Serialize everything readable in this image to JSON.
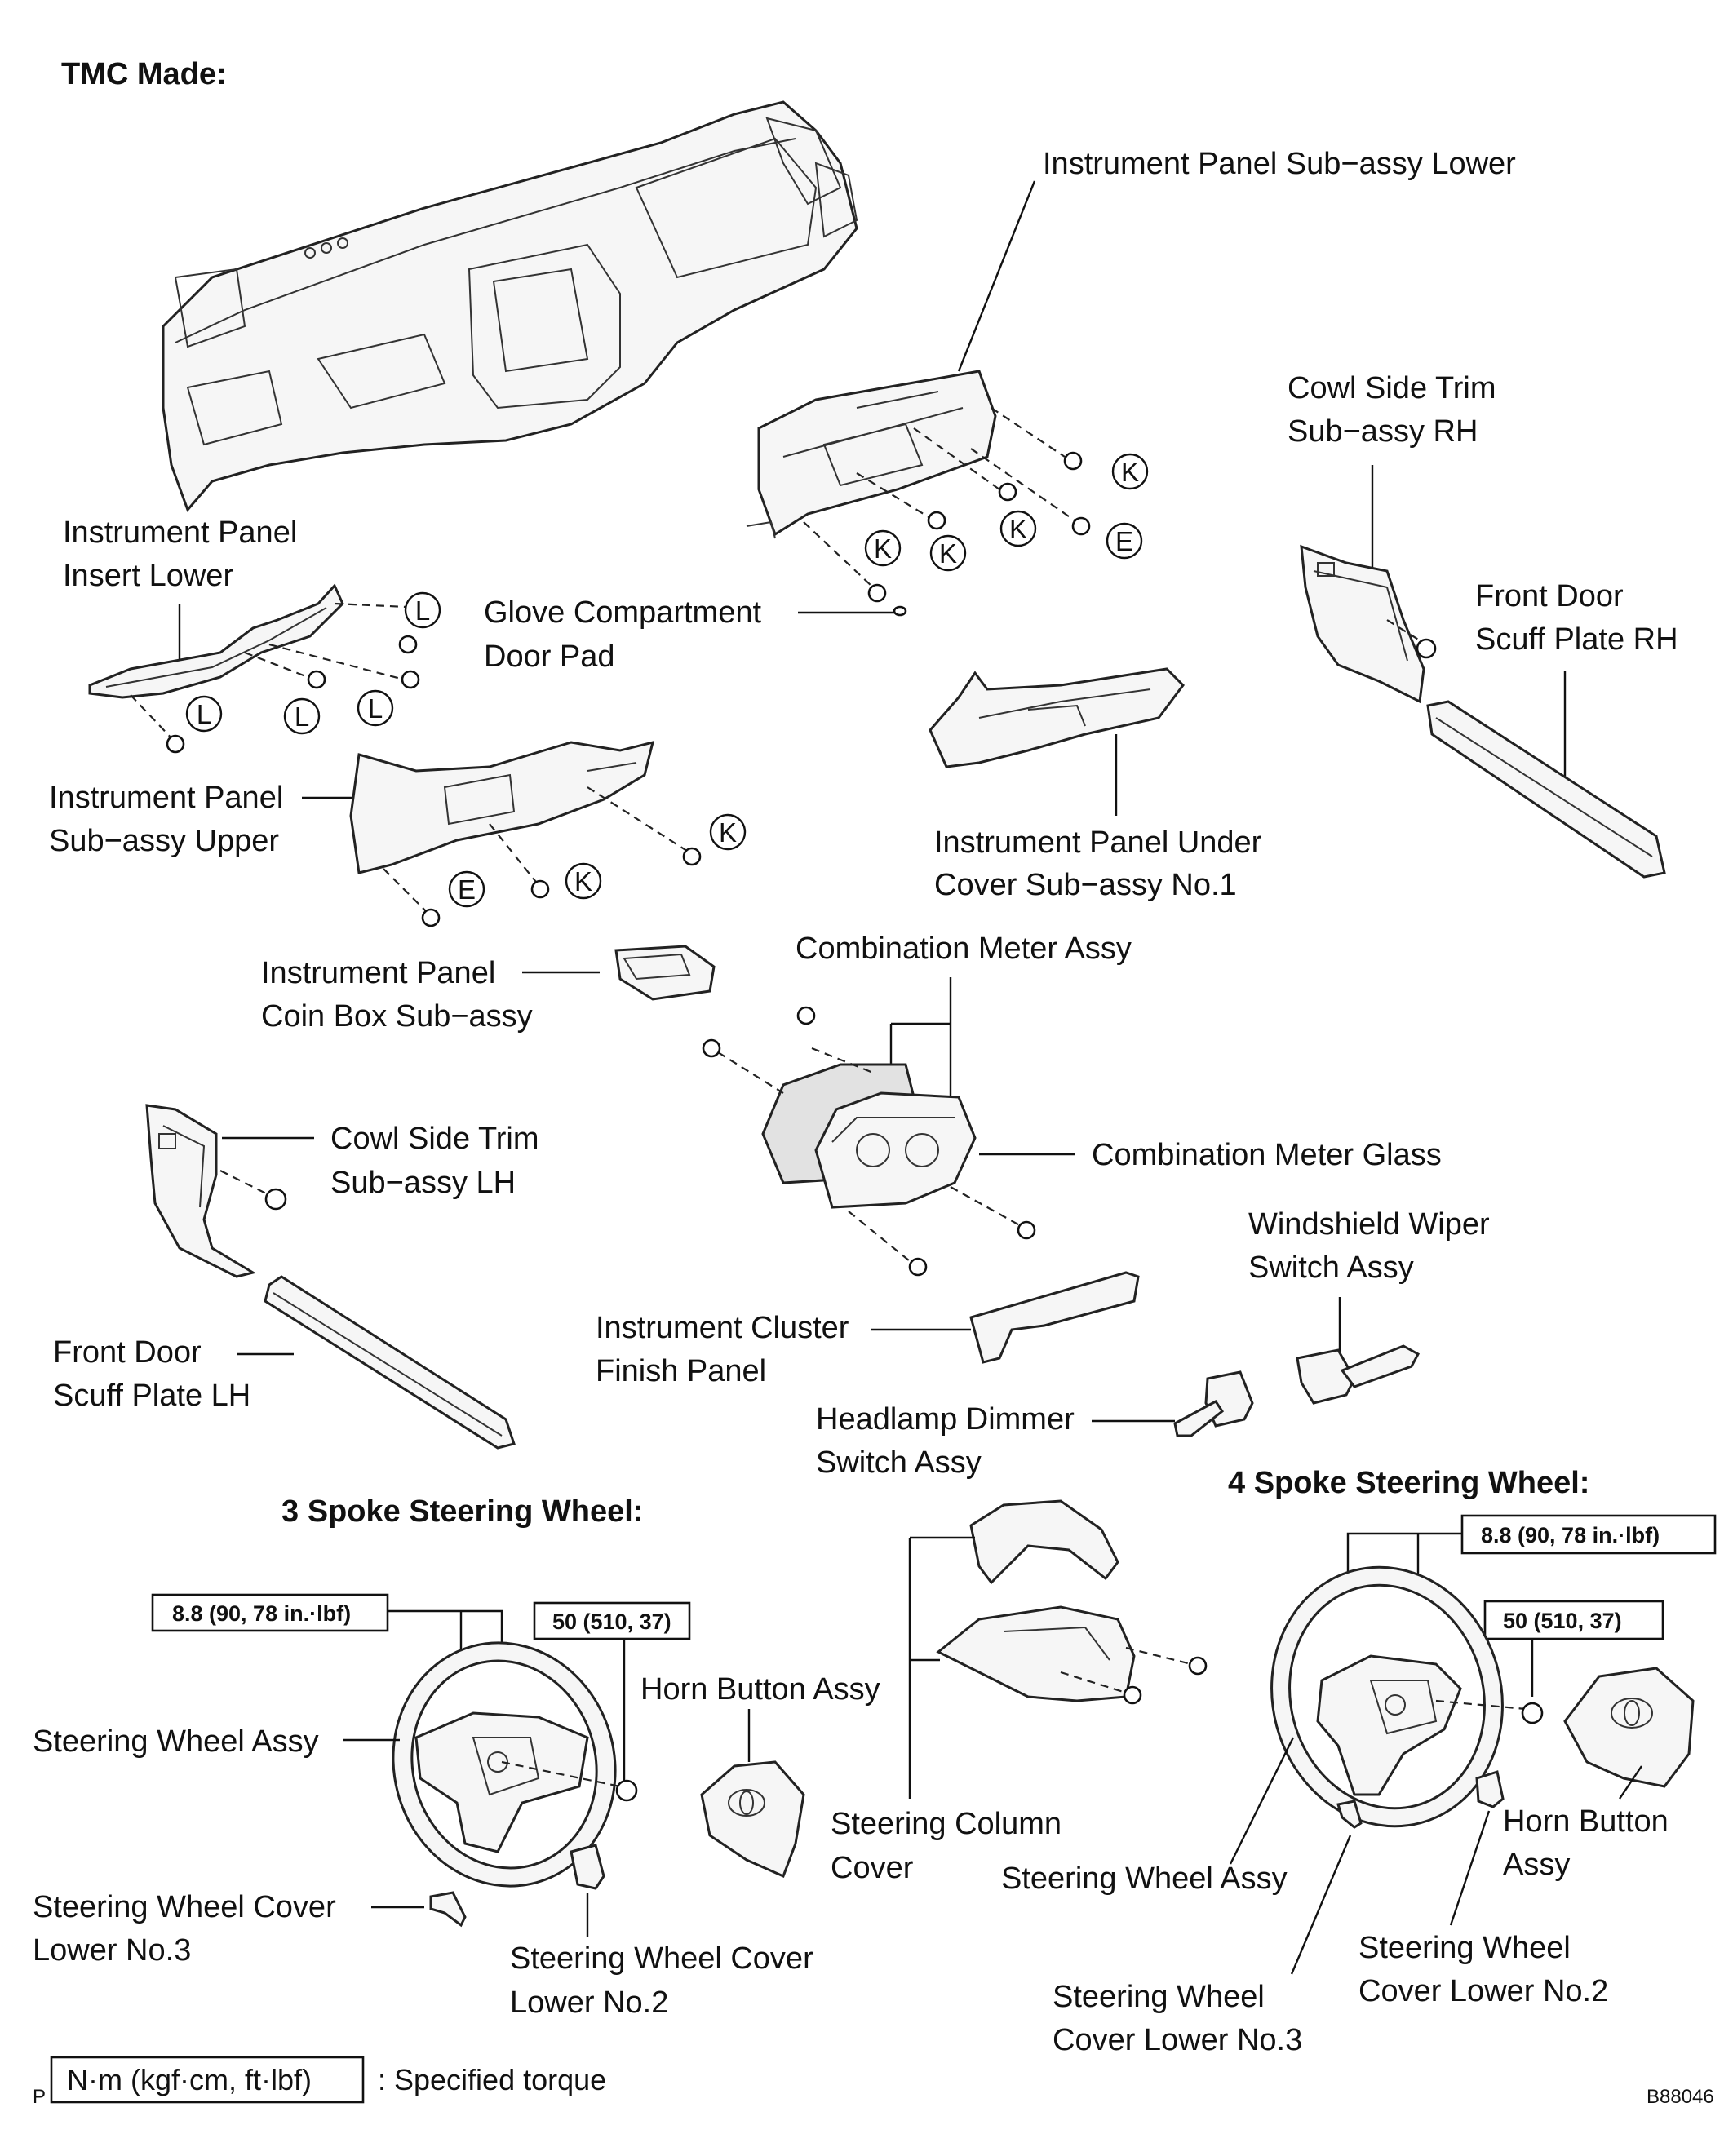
{
  "headers": {
    "tmc_made": "TMC Made:",
    "three_spoke": "3 Spoke Steering Wheel:",
    "four_spoke": "4 Spoke Steering Wheel:"
  },
  "labels": {
    "instrument_panel_sub_assy_lower": "Instrument Panel Sub−assy Lower",
    "cowl_side_trim_rh_1": "Cowl Side Trim",
    "cowl_side_trim_rh_2": "Sub−assy RH",
    "front_door_scuff_rh_1": "Front Door",
    "front_door_scuff_rh_2": "Scuff Plate RH",
    "insert_lower_1": "Instrument Panel",
    "insert_lower_2": "Insert Lower",
    "glove_pad_1": "Glove Compartment",
    "glove_pad_2": "Door Pad",
    "under_cover_1": "Instrument Panel Under",
    "under_cover_2": "Cover Sub−assy No.1",
    "panel_upper_1": "Instrument Panel",
    "panel_upper_2": "Sub−assy Upper",
    "combination_meter_assy": "Combination Meter Assy",
    "coin_box_1": "Instrument Panel",
    "coin_box_2": "Coin Box Sub−assy",
    "combination_meter_glass": "Combination Meter Glass",
    "cowl_side_trim_lh_1": "Cowl Side Trim",
    "cowl_side_trim_lh_2": "Sub−assy LH",
    "wiper_switch_1": "Windshield Wiper",
    "wiper_switch_2": "Switch Assy",
    "cluster_finish_1": "Instrument Cluster",
    "cluster_finish_2": "Finish Panel",
    "front_door_scuff_lh_1": "Front Door",
    "front_door_scuff_lh_2": "Scuff Plate LH",
    "dimmer_switch_1": "Headlamp Dimmer",
    "dimmer_switch_2": "Switch Assy",
    "horn_button_3": "Horn Button Assy",
    "steering_wheel_assy_3": "Steering Wheel Assy",
    "column_cover_1": "Steering Column",
    "column_cover_2": "Cover",
    "steering_wheel_assy_4": "Steering Wheel Assy",
    "horn_button_4_1": "Horn Button",
    "horn_button_4_2": "Assy",
    "cover_no3_left_1": "Steering Wheel Cover",
    "cover_no3_left_2": "Lower No.3",
    "cover_no2_left_1": "Steering Wheel Cover",
    "cover_no2_left_2": "Lower No.2",
    "cover_no3_right_1": "Steering Wheel",
    "cover_no3_right_2": "Cover Lower No.3",
    "cover_no2_right_1": "Steering Wheel",
    "cover_no2_right_2": "Cover Lower No.2"
  },
  "torque": {
    "small_3spoke": "8.8 (90, 78 in.·lbf)",
    "large_3spoke": "50 (510, 37)",
    "small_4spoke": "8.8 (90, 78 in.·lbf)",
    "large_4spoke": "50 (510, 37)"
  },
  "markers": {
    "K": "K",
    "E": "E",
    "L": "L"
  },
  "legend": {
    "unit_box": "N·m (kgf·cm, ft·lbf)",
    "description": ": Specified torque",
    "prefix": "P"
  },
  "figure_id": "B88046"
}
